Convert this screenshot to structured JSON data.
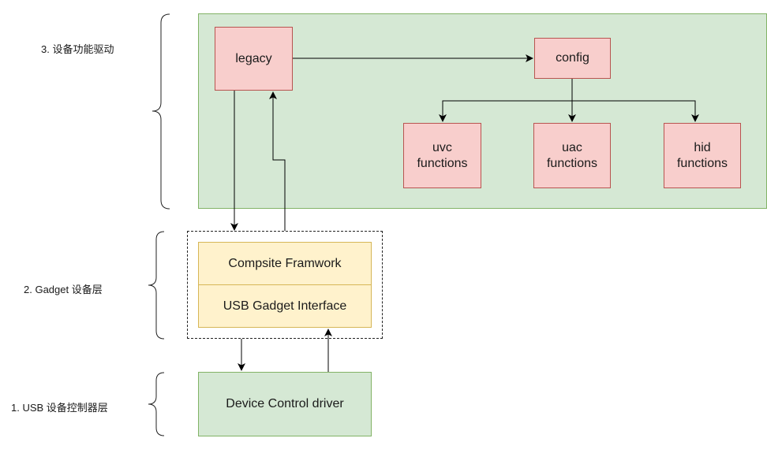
{
  "layers": {
    "functions": "3. 设备功能驱动",
    "gadget": "2. Gadget 设备层",
    "controller": "1. USB 设备控制器层"
  },
  "nodes": {
    "legacy": "legacy",
    "config": "config",
    "uvc": "uvc\nfunctions",
    "uac": "uac\nfunctions",
    "hid": "hid\nfunctions",
    "composite": "Compsite Framwork",
    "gadget_interface": "USB Gadget Interface",
    "device_control": "Device Control driver"
  },
  "colors": {
    "function_box_fill": "#f8cecc",
    "function_box_border": "#b85450",
    "green_fill": "#d5e8d4",
    "green_border": "#82b366",
    "gadget_fill": "#fff2cc",
    "gadget_border": "#d6b656",
    "edge": "#000000"
  }
}
